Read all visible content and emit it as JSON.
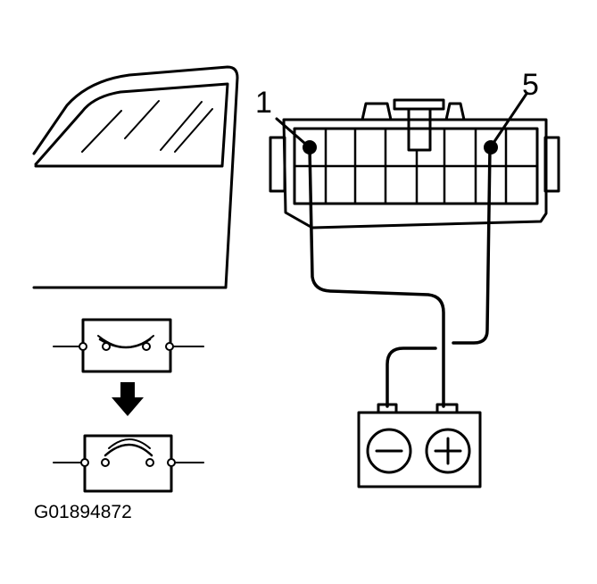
{
  "labels": {
    "pin_left": "1",
    "pin_right": "5",
    "figure_code": "G01894872"
  },
  "icons": {
    "battery_negative": "minus-icon",
    "battery_positive": "plus-icon",
    "transition": "arrow-down-icon"
  },
  "colors": {
    "ink": "#000000",
    "paper": "#ffffff"
  }
}
